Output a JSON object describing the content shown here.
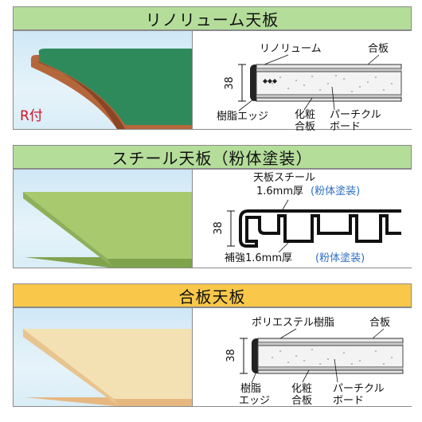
{
  "sections": [
    {
      "title": "リノリューム天板",
      "banner_color": "#b4dd9a",
      "photo_tag": "R付",
      "labels": {
        "top_left": "リノリューム",
        "top_right": "合板",
        "height": "38",
        "edge": "樹脂エッジ",
        "makeup_l1": "化粧",
        "makeup_l2": "合板",
        "particle_l1": "パーチクル",
        "particle_l2": "ボード"
      }
    },
    {
      "title": "スチール天板（粉体塗装）",
      "banner_color": "#b4dd9a",
      "labels": {
        "top_l1": "天板スチール",
        "top_l2": "1.6mm厚",
        "top_l2_blue": "(粉体塗装)",
        "height": "38",
        "bottom": "補強1.6mm厚",
        "bottom_blue": "(粉体塗装)"
      }
    },
    {
      "title": "合板天板",
      "banner_color": "#f9c84a",
      "labels": {
        "top_left": "ポリエステル樹脂",
        "top_right": "合板",
        "height": "38",
        "edge_l1": "樹脂",
        "edge_l2": "エッジ",
        "makeup_l1": "化粧",
        "makeup_l2": "合板",
        "particle_l1": "パーチクル",
        "particle_l2": "ボード"
      }
    }
  ]
}
